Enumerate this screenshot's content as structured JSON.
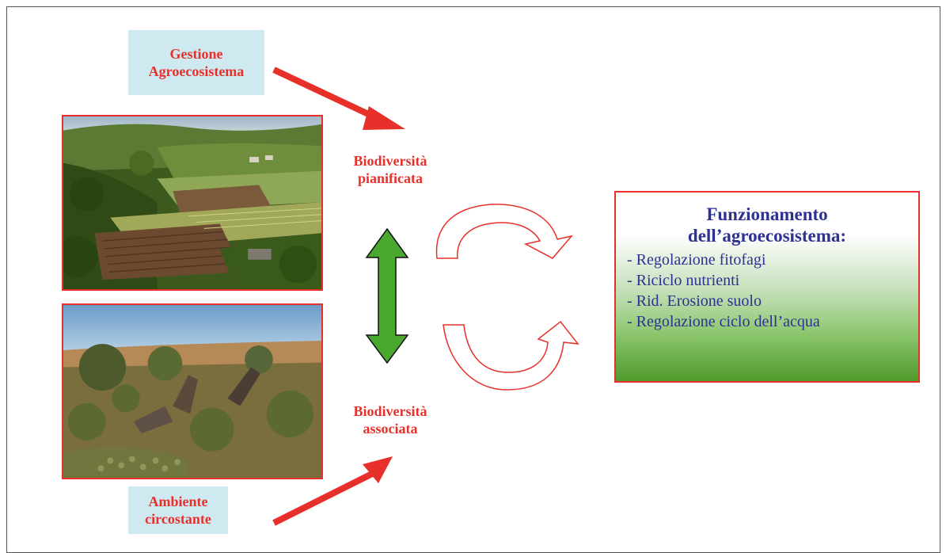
{
  "management": {
    "line1": "Gestione",
    "line2": "Agroecosistema"
  },
  "surroundings": {
    "line1": "Ambiente",
    "line2": "circostante"
  },
  "planned_biodiversity": {
    "line1": "Biodiversità",
    "line2": "pianificata"
  },
  "associated_biodiversity": {
    "line1": "Biodiversità",
    "line2": "associata"
  },
  "functioning": {
    "title_line1": "Funzionamento",
    "title_line2": "dell’agroecosistema:",
    "items": [
      "- Regolazione fitofagi",
      "- Riciclo nutrienti",
      "- Rid. Erosione suolo",
      "- Regolazione ciclo dell’acqua"
    ]
  },
  "colors": {
    "label_red": "#e8302a",
    "label_box_bg": "#cfe9f0",
    "title_blue": "#2e3192",
    "double_arrow_green": "#4aa82e"
  },
  "images": {
    "top": "agricultural-landscape-photo",
    "bottom": "mediterranean-scrub-photo"
  }
}
